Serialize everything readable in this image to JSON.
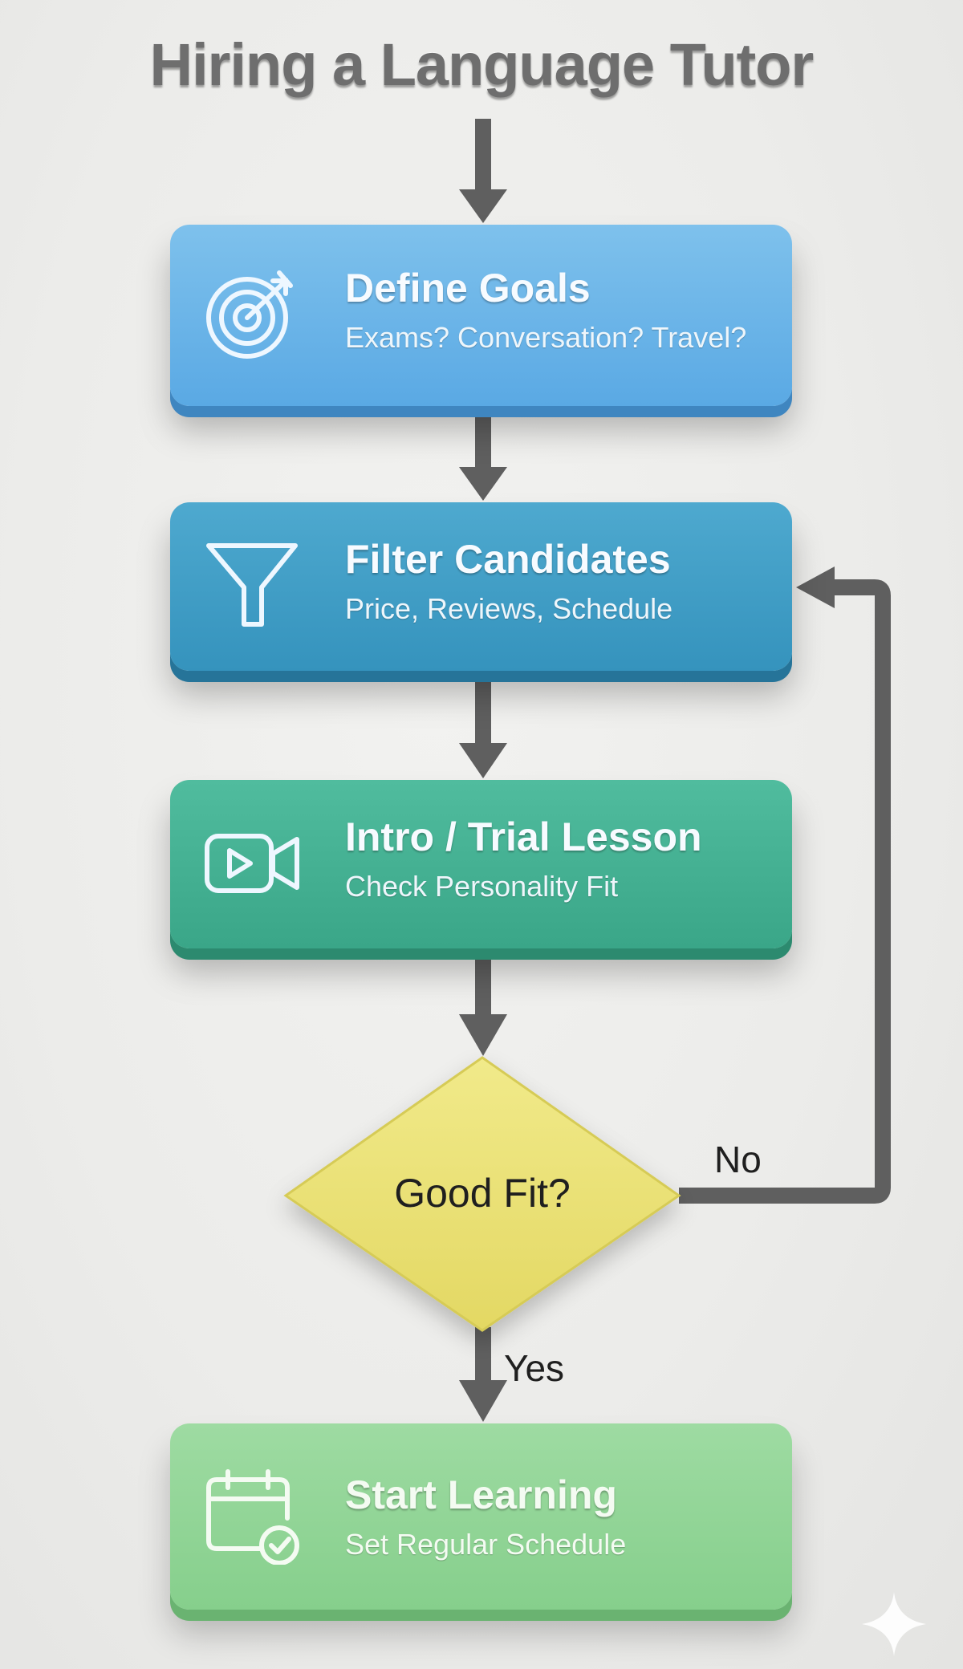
{
  "title": "Hiring a Language Tutor",
  "steps": [
    {
      "id": "define-goals",
      "title": "Define Goals",
      "subtitle": "Exams? Conversation? Travel?",
      "icon": "target-icon",
      "color": "#5aa9e4"
    },
    {
      "id": "filter-candidates",
      "title": "Filter Candidates",
      "subtitle": "Price, Reviews, Schedule",
      "icon": "funnel-icon",
      "color": "#3593bd"
    },
    {
      "id": "trial-lesson",
      "title": "Intro / Trial Lesson",
      "subtitle": "Check Personality Fit",
      "icon": "video-camera-icon",
      "color": "#3aa688"
    },
    {
      "id": "start-learning",
      "title": "Start Learning",
      "subtitle": "Set Regular Schedule",
      "icon": "calendar-check-icon",
      "color": "#86cf8c"
    }
  ],
  "decision": {
    "label": "Good Fit?",
    "color": "#ece479",
    "yes_label": "Yes",
    "no_label": "No"
  },
  "connector_color": "#5f5f5f",
  "watermark_icon": "sparkle-icon"
}
